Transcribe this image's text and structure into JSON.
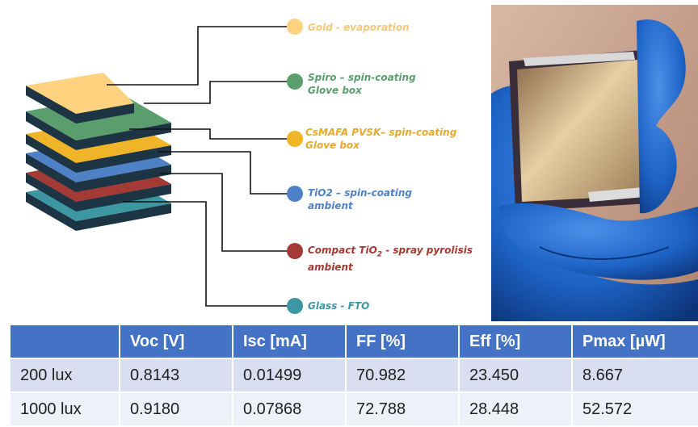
{
  "layers": [
    {
      "label_line1": "Gold - evaporation",
      "label_line2": "",
      "color": "#ffd27f"
    },
    {
      "label_line1": "Spiro – spin-coating",
      "label_line2": "Glove box",
      "color": "#5b9e6e"
    },
    {
      "label_line1": "CsMAFA PVSK– spin-coating",
      "label_line2": "Glove box",
      "color": "#f0b429"
    },
    {
      "label_line1": "TiO2 – spin-coating",
      "label_line2": "ambient",
      "color": "#4f81c7"
    },
    {
      "label_line1": "Compact TiO",
      "label_sub": "2",
      "label_line1_rest": " - spray pyrolisis",
      "label_line2": "ambient",
      "color": "#a33a35"
    },
    {
      "label_line1": "Glass - FTO",
      "label_line2": "",
      "color": "#3c97a3"
    }
  ],
  "table": {
    "headers": [
      "",
      "Voc [V]",
      "Isc [mA]",
      "FF [%]",
      "Eff [%]",
      "Pmax [µW]"
    ],
    "rows": [
      [
        "200 lux",
        "0.8143",
        "0.01499",
        "70.982",
        "23.450",
        "8.667"
      ],
      [
        "1000 lux",
        "0.9180",
        "0.07868",
        "72.788",
        "28.448",
        "52.572"
      ]
    ]
  },
  "colors": {
    "table_header": "#4472c4",
    "row_odd": "#d9dff0",
    "row_even": "#eef1f9",
    "glove": "#1e64c8"
  }
}
